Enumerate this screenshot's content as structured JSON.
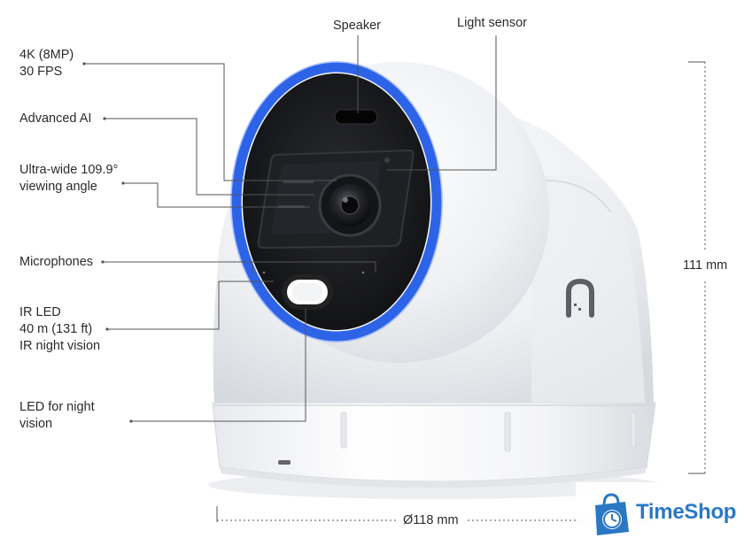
{
  "callouts": {
    "speaker": "Speaker",
    "light_sensor": "Light sensor",
    "resolution": [
      "4K (8MP)",
      "30 FPS"
    ],
    "advanced_ai": "Advanced AI",
    "viewing_angle": [
      "Ultra-wide 109.9°",
      "viewing angle"
    ],
    "microphones": "Microphones",
    "ir_led": [
      "IR LED",
      "40 m (131 ft)",
      "IR night vision"
    ],
    "led_night": [
      "LED for night",
      "vision"
    ]
  },
  "dimensions": {
    "height": "111 mm",
    "diameter": "Ø118 mm"
  },
  "watermark": {
    "brand": "TimeShop"
  },
  "colors": {
    "ring_blue": "#2d63e6",
    "body_white": "#f2f3f5",
    "lens_dark": "#1b1c1f",
    "leader_line": "#555555",
    "brand_blue": "#2a78c4"
  }
}
